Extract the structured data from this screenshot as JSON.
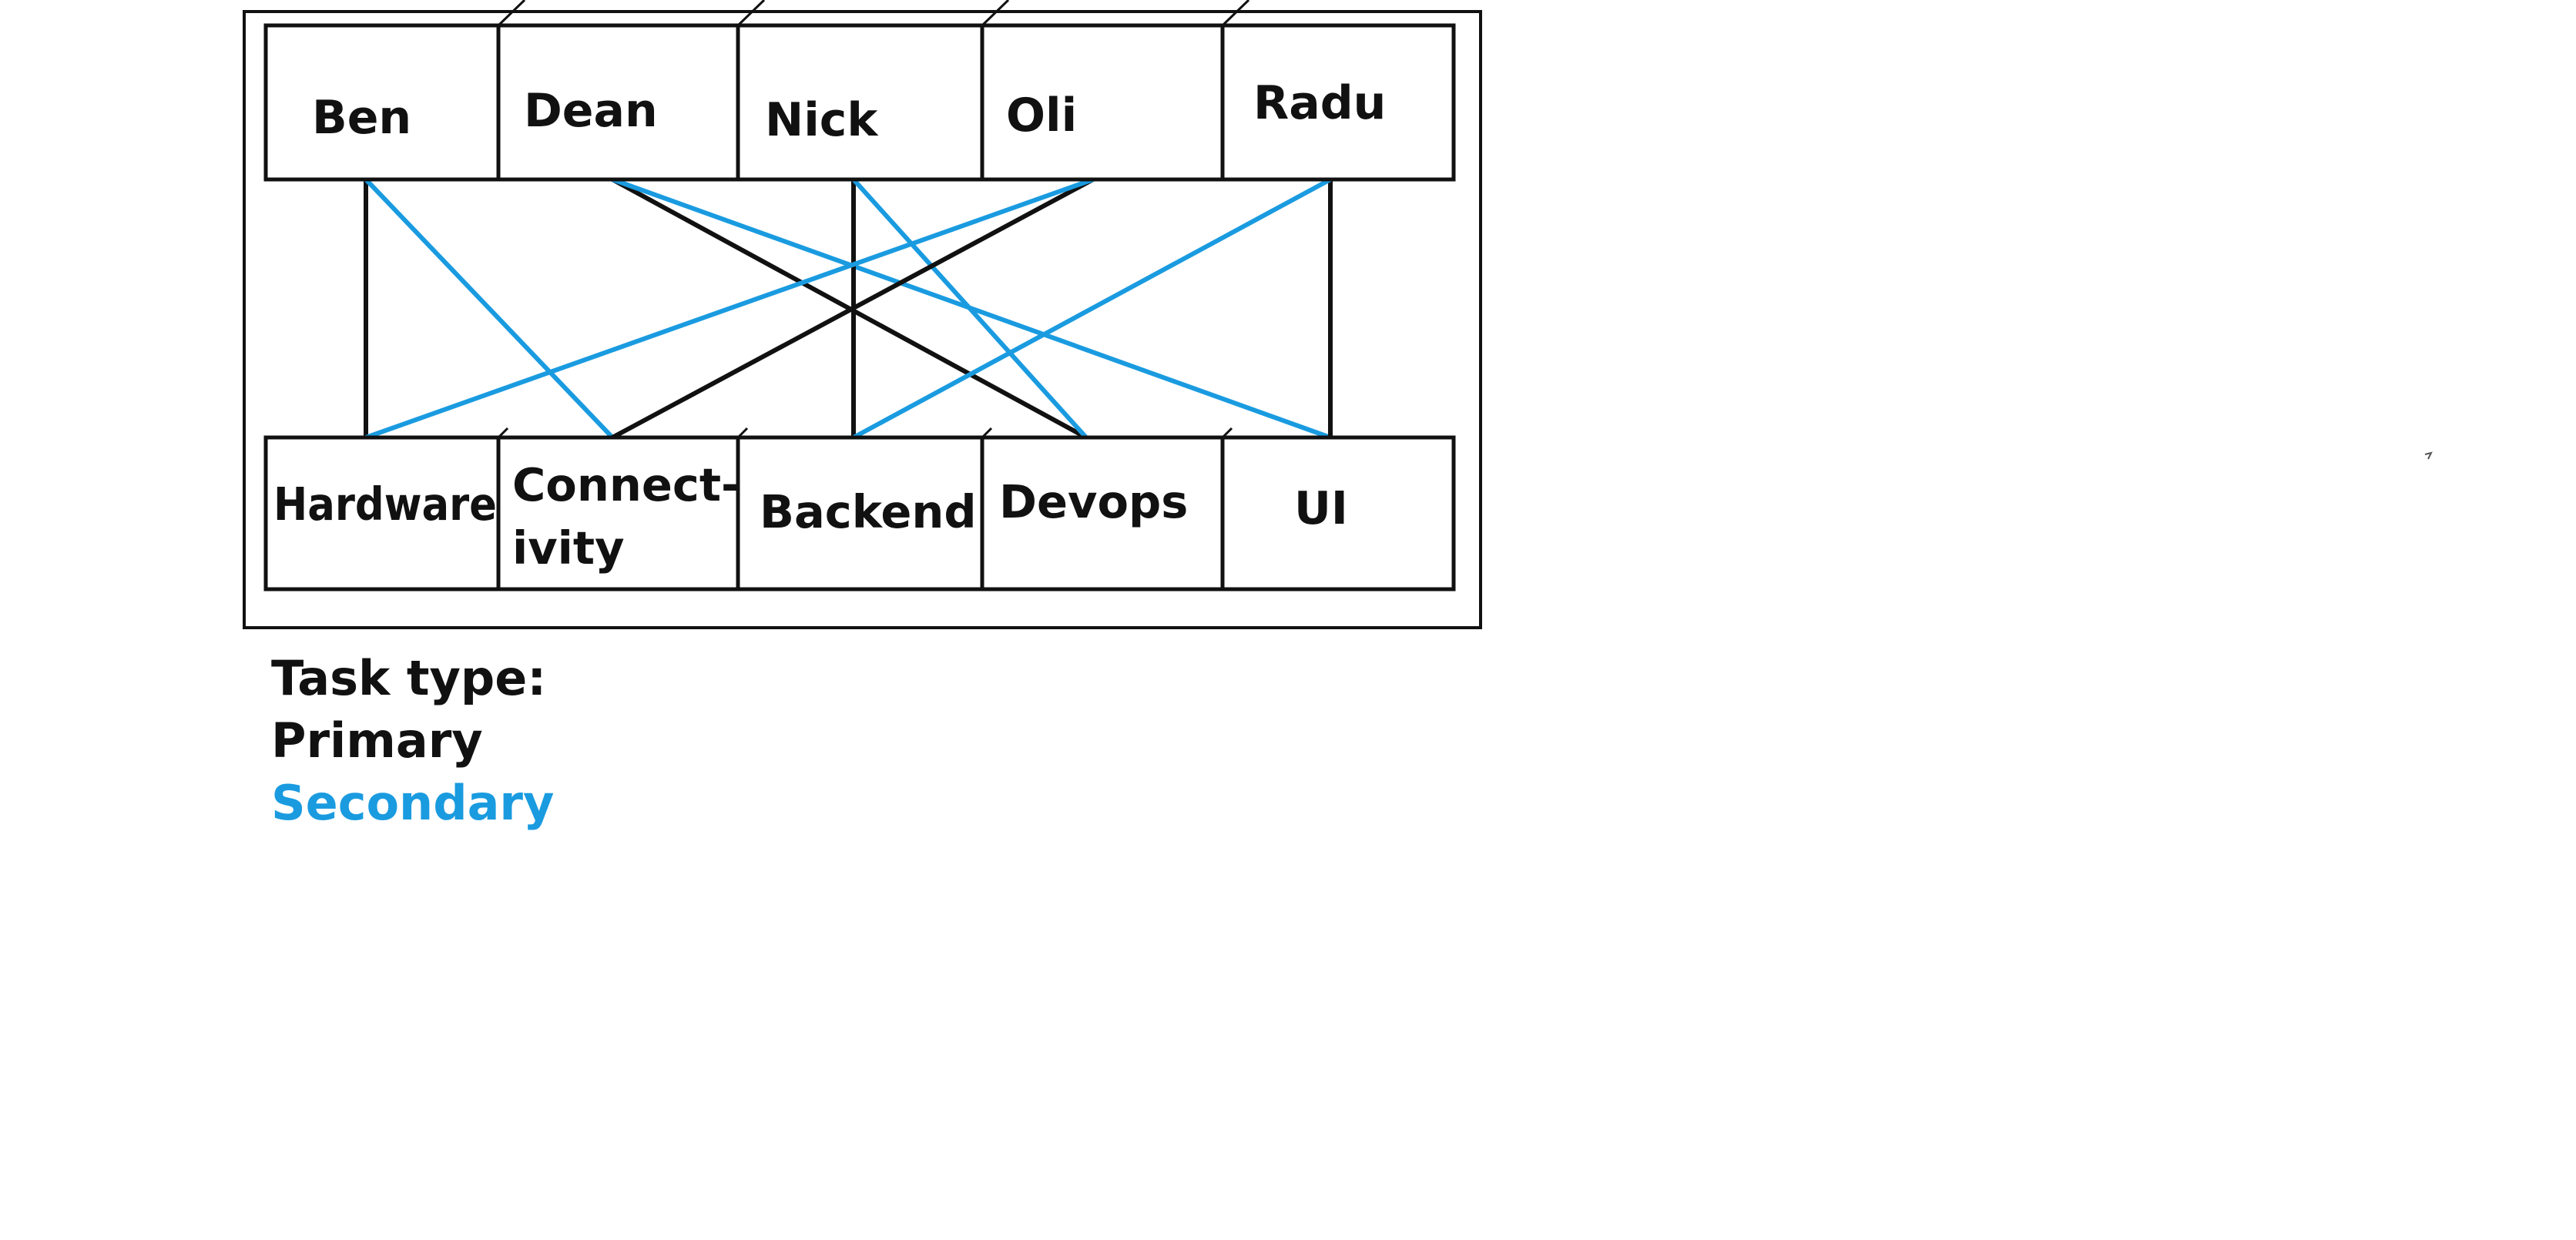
{
  "colors": {
    "primary": "#111111",
    "secondary": "#1a9be0"
  },
  "people": [
    "Ben",
    "Dean",
    "Nick",
    "Oli",
    "Radu"
  ],
  "tasks": [
    "Hardware",
    "Connect-\nivity",
    "Backend",
    "Devops",
    "UI"
  ],
  "assignments": [
    {
      "person": "Ben",
      "task": "Hardware",
      "type": "primary"
    },
    {
      "person": "Ben",
      "task": "Connect-\nivity",
      "type": "secondary"
    },
    {
      "person": "Dean",
      "task": "Devops",
      "type": "primary"
    },
    {
      "person": "Dean",
      "task": "UI",
      "type": "secondary"
    },
    {
      "person": "Nick",
      "task": "Backend",
      "type": "primary"
    },
    {
      "person": "Nick",
      "task": "Devops",
      "type": "secondary"
    },
    {
      "person": "Oli",
      "task": "Connect-\nivity",
      "type": "primary"
    },
    {
      "person": "Oli",
      "task": "Hardware",
      "type": "secondary"
    },
    {
      "person": "Radu",
      "task": "UI",
      "type": "primary"
    },
    {
      "person": "Radu",
      "task": "Backend",
      "type": "secondary"
    }
  ],
  "legend": {
    "title": "Task type:",
    "primary_label": "Primary",
    "secondary_label": "Secondary"
  }
}
